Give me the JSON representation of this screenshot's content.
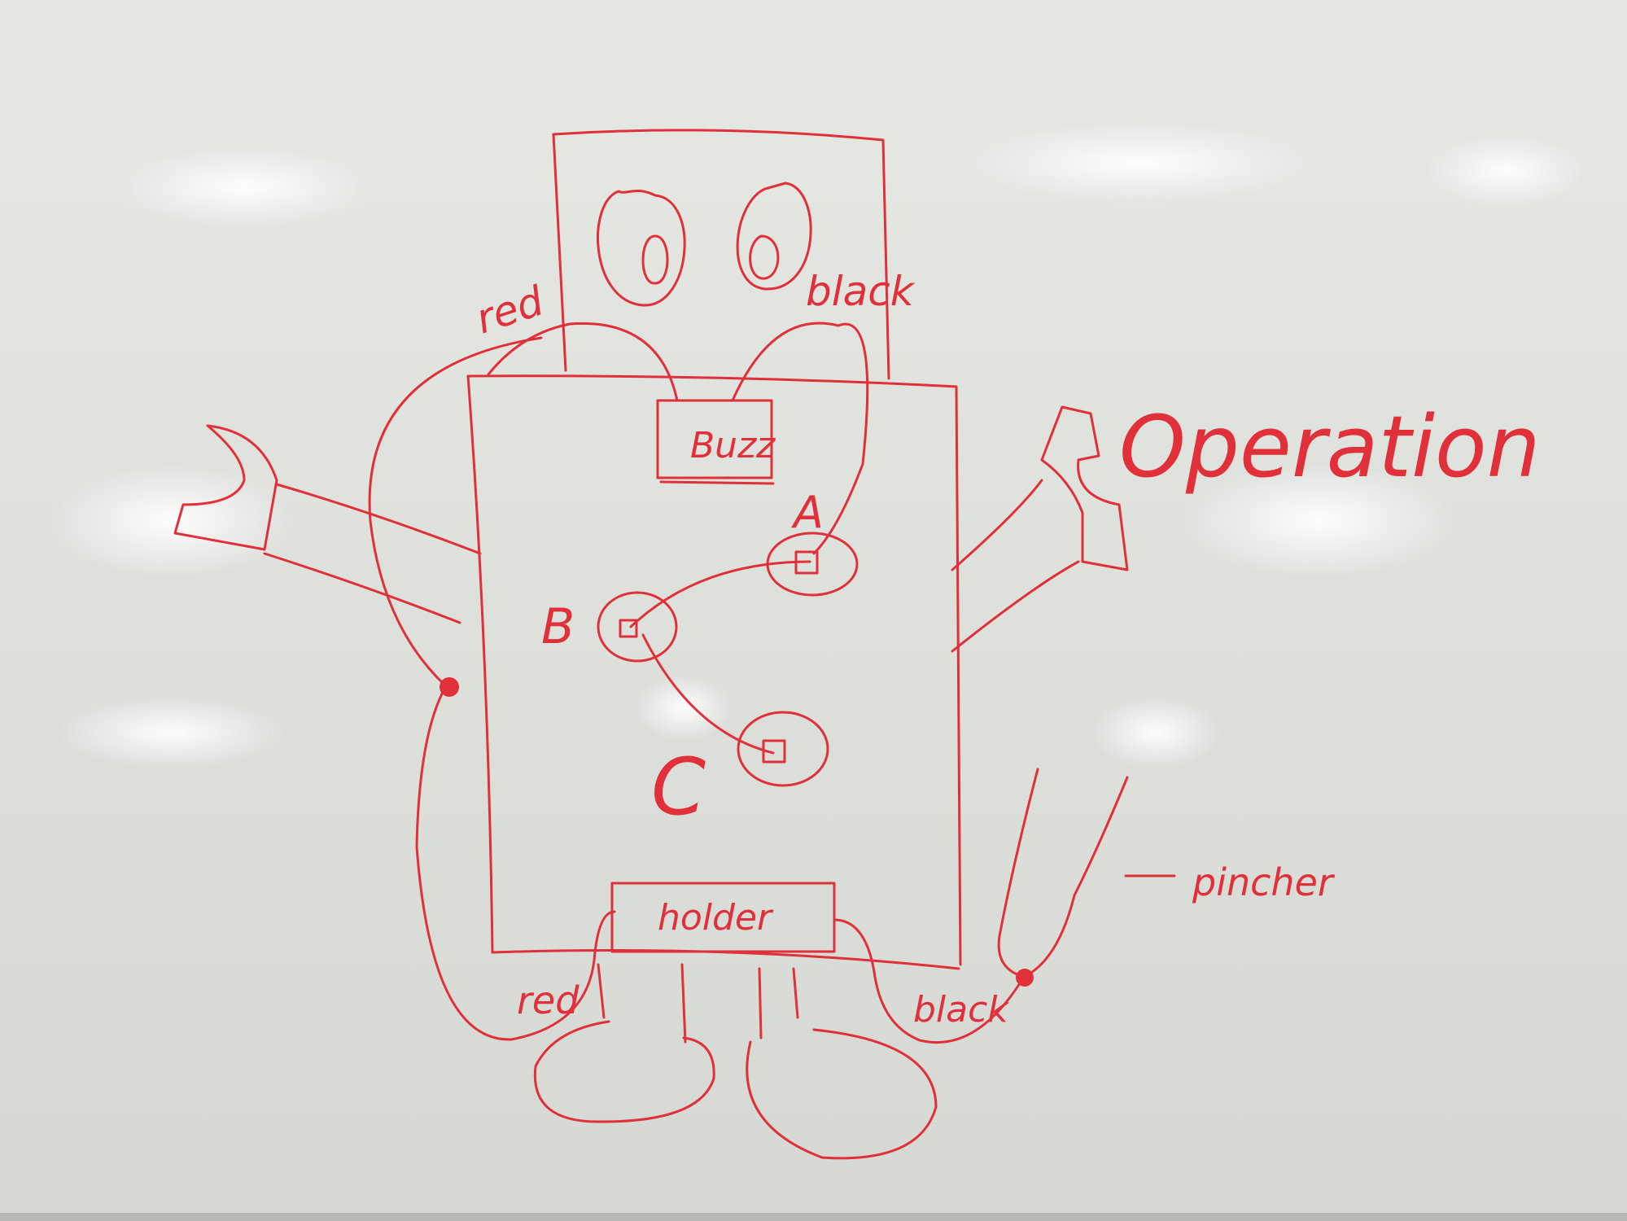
{
  "ink_color": "#e0303a",
  "title": "Operation",
  "components": {
    "buzzer": "Buzz",
    "holder": "holder"
  },
  "points": {
    "a": "A",
    "b": "B",
    "c": "C"
  },
  "wires": {
    "red_top": "red",
    "black_top": "black",
    "red_bottom": "red",
    "black_bottom": "black"
  },
  "pincher": "pincher"
}
